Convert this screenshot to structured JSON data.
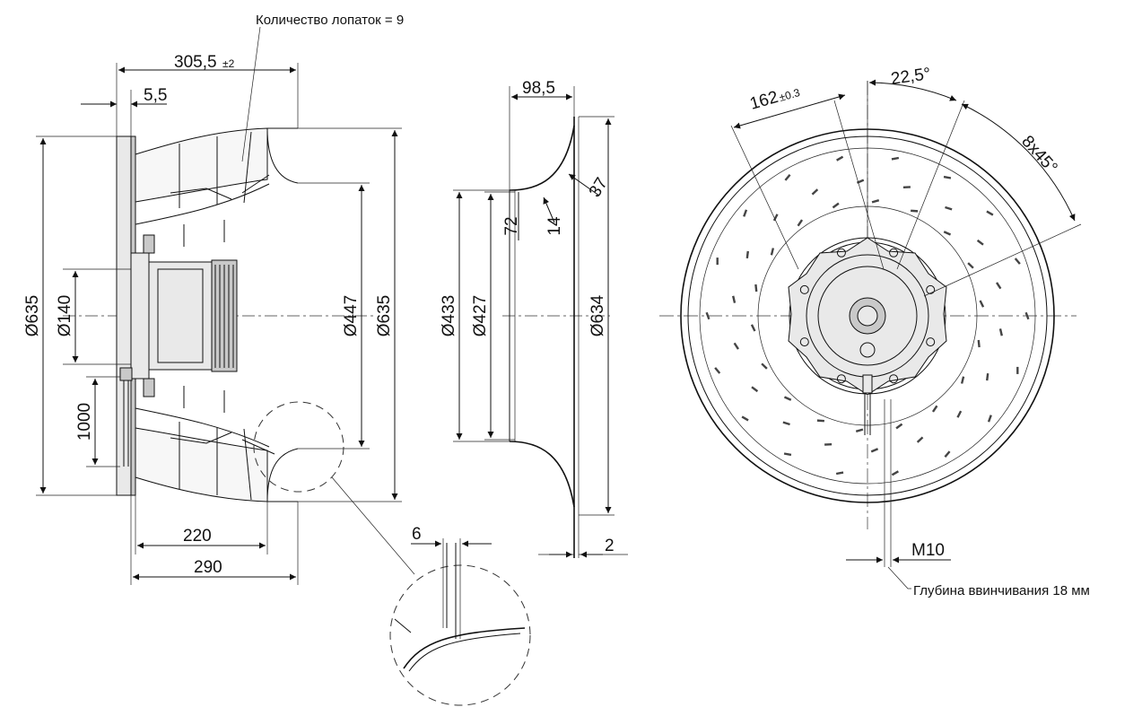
{
  "diagram": {
    "blade_count_note": "Количество лопаток = 9",
    "screw_depth_note": "Глубина ввинчивания 18 мм",
    "side_view": {
      "width_total": "305,5",
      "width_total_tol": "±2",
      "plate_offset": "5,5",
      "dia_outer_left": "Ø635",
      "dia_hub": "Ø140",
      "cable_length": "1000",
      "dia_inlet": "Ø447",
      "dia_outer_right": "Ø635",
      "depth_220": "220",
      "depth_290": "290"
    },
    "nozzle_view": {
      "width": "98,5",
      "dim_72": "72",
      "dim_14": "14",
      "dim_37": "37",
      "dia_433": "Ø433",
      "dia_427": "Ø427",
      "dia_634": "Ø634",
      "dim_2": "2"
    },
    "detail_view": {
      "dim_6": "6"
    },
    "front_view": {
      "bolt_circle": "162",
      "bolt_circle_tol": "±0.3",
      "angle": "22,5°",
      "pattern": "8x45°",
      "thread": "M10"
    }
  }
}
